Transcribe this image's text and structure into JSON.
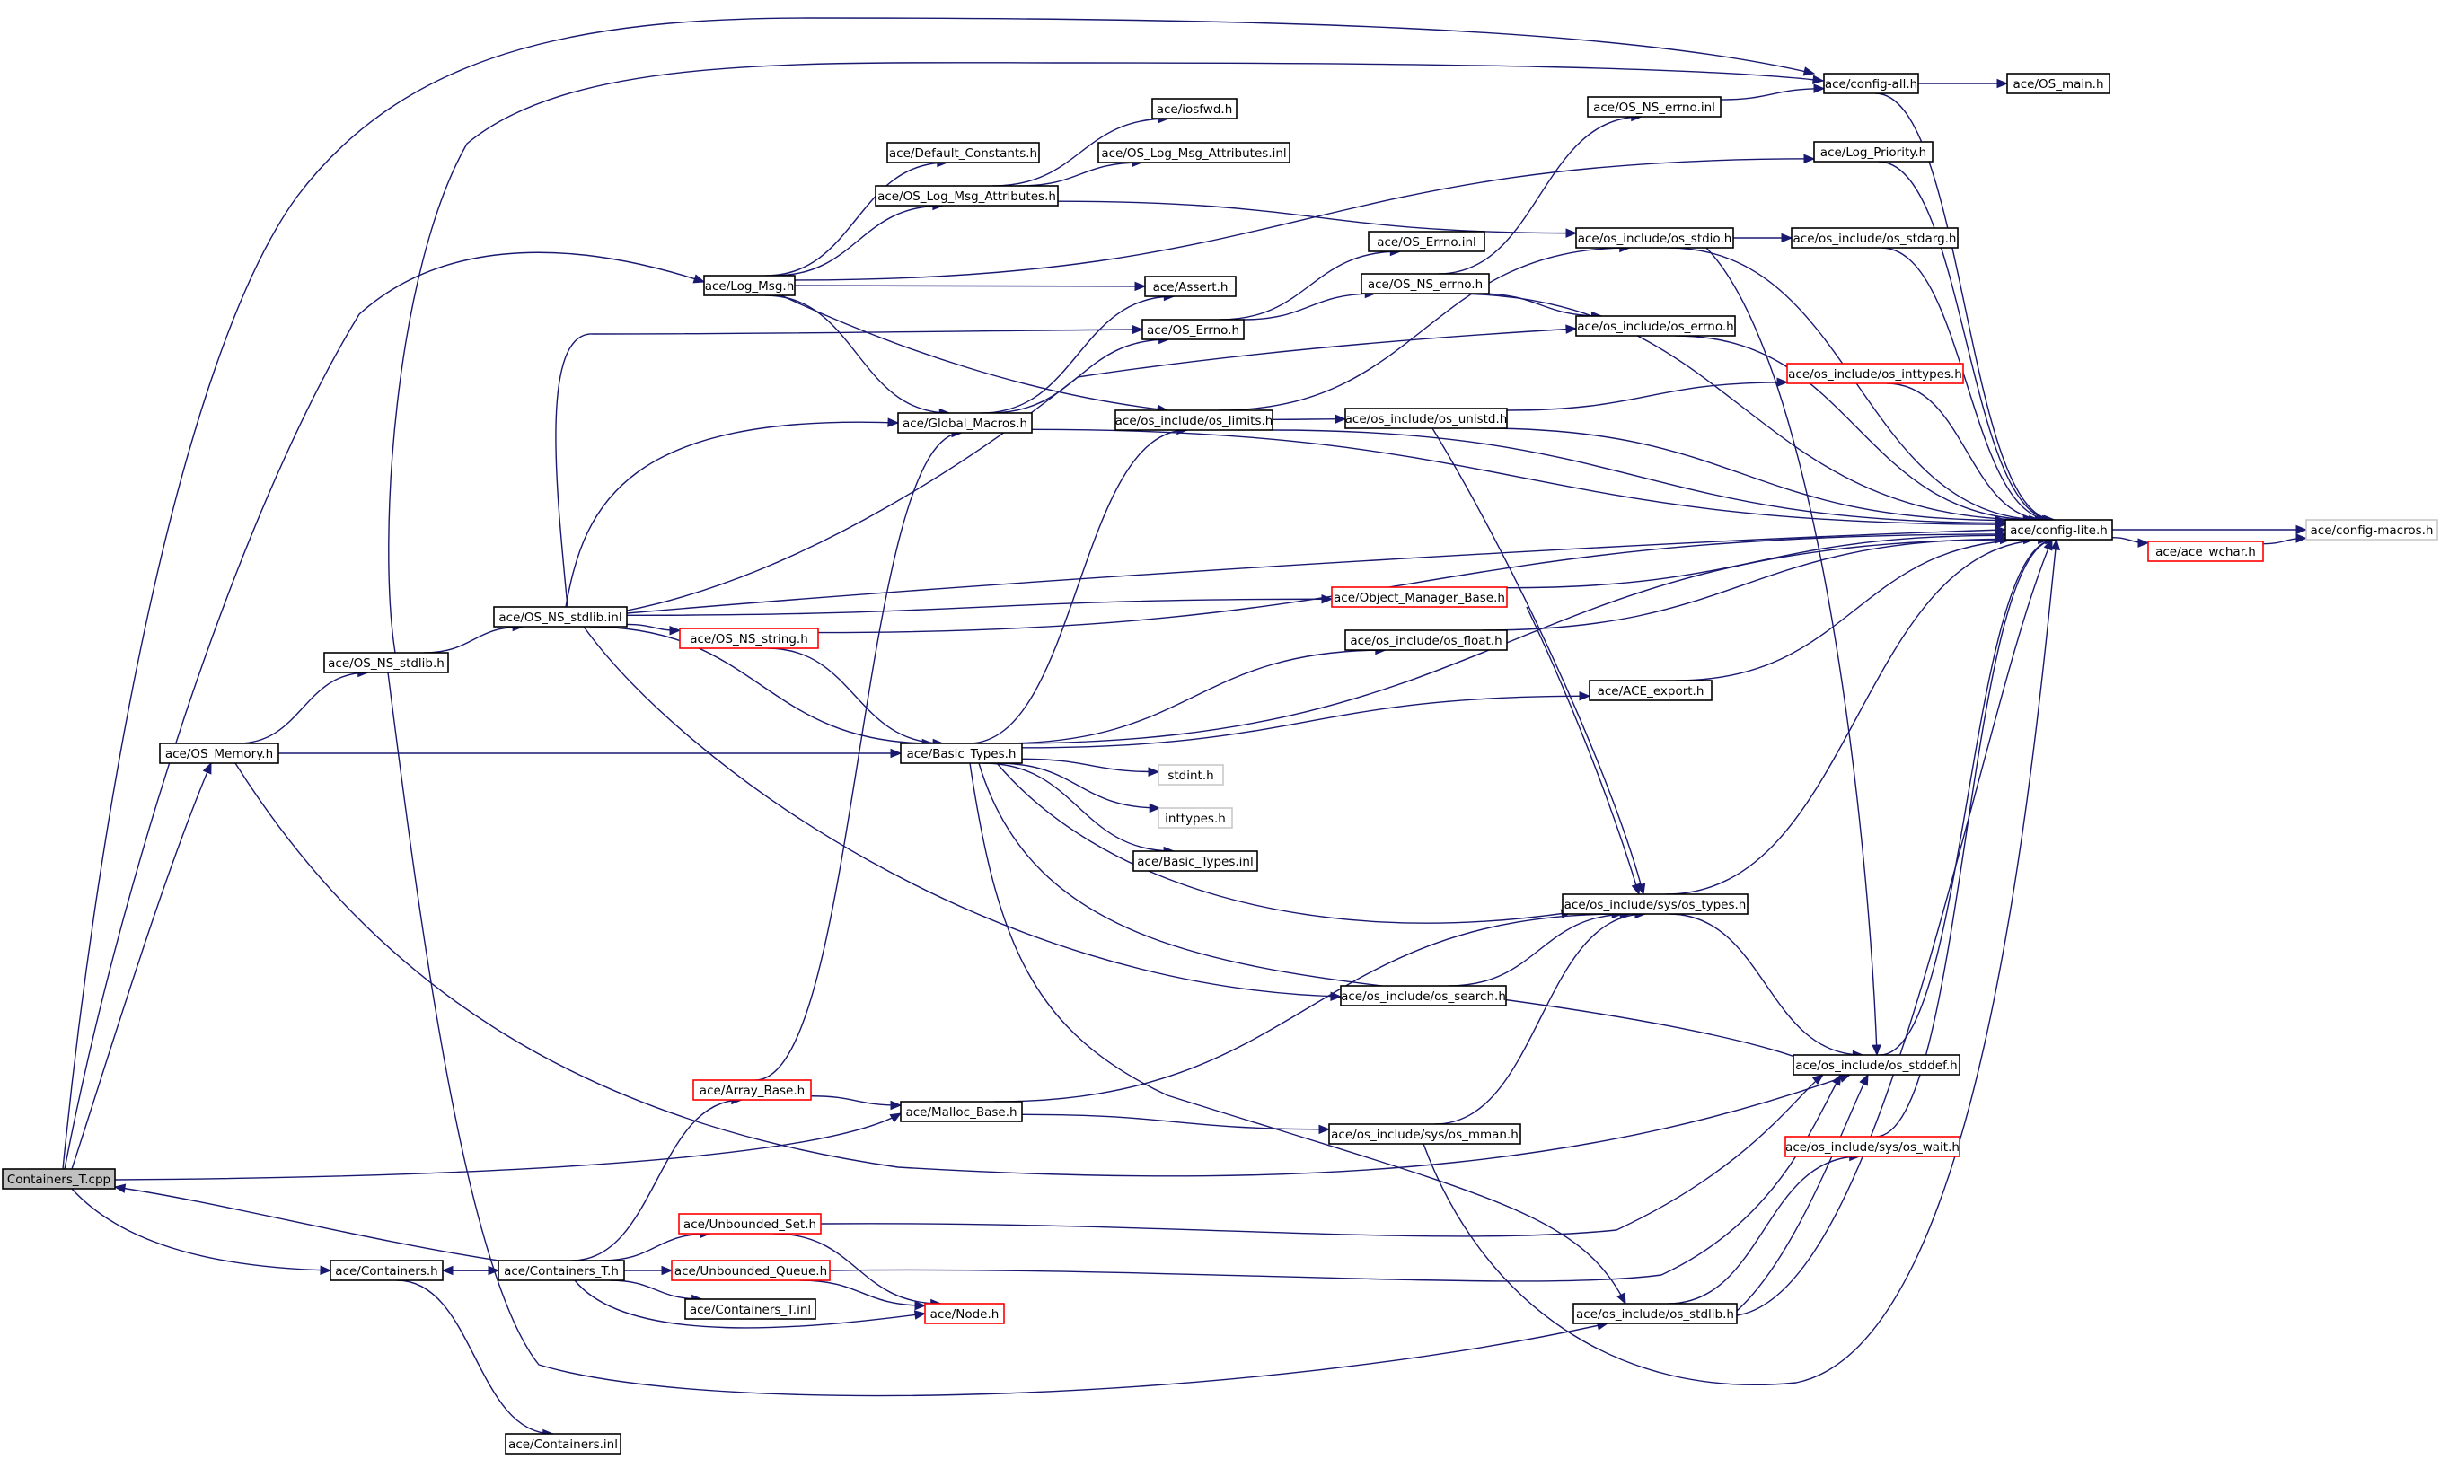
{
  "graph": {
    "root": "Containers_T.cpp",
    "edge_color": "#191970",
    "node_border_colors": {
      "normal": "#000000",
      "truncated": "#ff0000",
      "external": "#c8c8c8"
    },
    "root_fill": "#c0c0c0",
    "nodes": [
      {
        "id": "containers_t_cpp",
        "label": "Containers_T.cpp",
        "style": "current"
      },
      {
        "id": "config_all",
        "label": "ace/config-all.h",
        "style": "normal"
      },
      {
        "id": "os_main",
        "label": "ace/OS_main.h",
        "style": "normal"
      },
      {
        "id": "os_ns_errno_inl",
        "label": "ace/OS_NS_errno.inl",
        "style": "normal"
      },
      {
        "id": "iosfwd",
        "label": "ace/iosfwd.h",
        "style": "normal"
      },
      {
        "id": "default_constants",
        "label": "ace/Default_Constants.h",
        "style": "normal"
      },
      {
        "id": "os_log_msg_attr_inl",
        "label": "ace/OS_Log_Msg_Attributes.inl",
        "style": "normal"
      },
      {
        "id": "os_log_msg_attr",
        "label": "ace/OS_Log_Msg_Attributes.h",
        "style": "normal"
      },
      {
        "id": "log_priority",
        "label": "ace/Log_Priority.h",
        "style": "normal"
      },
      {
        "id": "os_stdio",
        "label": "ace/os_include/os_stdio.h",
        "style": "normal"
      },
      {
        "id": "os_stdarg",
        "label": "ace/os_include/os_stdarg.h",
        "style": "normal"
      },
      {
        "id": "os_errno_inl",
        "label": "ace/OS_Errno.inl",
        "style": "normal"
      },
      {
        "id": "log_msg",
        "label": "ace/Log_Msg.h",
        "style": "normal"
      },
      {
        "id": "assert",
        "label": "ace/Assert.h",
        "style": "normal"
      },
      {
        "id": "os_ns_errno",
        "label": "ace/OS_NS_errno.h",
        "style": "normal"
      },
      {
        "id": "os_errno",
        "label": "ace/OS_Errno.h",
        "style": "normal"
      },
      {
        "id": "os_include_errno",
        "label": "ace/os_include/os_errno.h",
        "style": "normal"
      },
      {
        "id": "os_inttypes",
        "label": "ace/os_include/os_inttypes.h",
        "style": "red"
      },
      {
        "id": "global_macros",
        "label": "ace/Global_Macros.h",
        "style": "normal"
      },
      {
        "id": "os_limits",
        "label": "ace/os_include/os_limits.h",
        "style": "normal"
      },
      {
        "id": "os_unistd",
        "label": "ace/os_include/os_unistd.h",
        "style": "normal"
      },
      {
        "id": "config_lite",
        "label": "ace/config-lite.h",
        "style": "normal"
      },
      {
        "id": "config_macros",
        "label": "ace/config-macros.h",
        "style": "grey"
      },
      {
        "id": "ace_wchar",
        "label": "ace/ace_wchar.h",
        "style": "red"
      },
      {
        "id": "os_ns_stdlib_inl",
        "label": "ace/OS_NS_stdlib.inl",
        "style": "normal"
      },
      {
        "id": "object_manager_base",
        "label": "ace/Object_Manager_Base.h",
        "style": "red"
      },
      {
        "id": "os_ns_string",
        "label": "ace/OS_NS_string.h",
        "style": "red"
      },
      {
        "id": "os_ns_stdlib",
        "label": "ace/OS_NS_stdlib.h",
        "style": "normal"
      },
      {
        "id": "os_float",
        "label": "ace/os_include/os_float.h",
        "style": "normal"
      },
      {
        "id": "ace_export",
        "label": "ace/ACE_export.h",
        "style": "normal"
      },
      {
        "id": "os_memory",
        "label": "ace/OS_Memory.h",
        "style": "normal"
      },
      {
        "id": "basic_types",
        "label": "ace/Basic_Types.h",
        "style": "normal"
      },
      {
        "id": "stdint",
        "label": "stdint.h",
        "style": "grey"
      },
      {
        "id": "inttypes",
        "label": "inttypes.h",
        "style": "grey"
      },
      {
        "id": "basic_types_inl",
        "label": "ace/Basic_Types.inl",
        "style": "normal"
      },
      {
        "id": "sys_os_types",
        "label": "ace/os_include/sys/os_types.h",
        "style": "normal"
      },
      {
        "id": "os_search",
        "label": "ace/os_include/os_search.h",
        "style": "normal"
      },
      {
        "id": "os_stddef",
        "label": "ace/os_include/os_stddef.h",
        "style": "normal"
      },
      {
        "id": "array_base",
        "label": "ace/Array_Base.h",
        "style": "red"
      },
      {
        "id": "malloc_base",
        "label": "ace/Malloc_Base.h",
        "style": "normal"
      },
      {
        "id": "sys_os_mman",
        "label": "ace/os_include/sys/os_mman.h",
        "style": "normal"
      },
      {
        "id": "sys_os_wait",
        "label": "ace/os_include/sys/os_wait.h",
        "style": "red"
      },
      {
        "id": "unbounded_set",
        "label": "ace/Unbounded_Set.h",
        "style": "red"
      },
      {
        "id": "containers_h",
        "label": "ace/Containers.h",
        "style": "normal"
      },
      {
        "id": "containers_t_h",
        "label": "ace/Containers_T.h",
        "style": "normal"
      },
      {
        "id": "unbounded_queue",
        "label": "ace/Unbounded_Queue.h",
        "style": "red"
      },
      {
        "id": "node_h",
        "label": "ace/Node.h",
        "style": "red"
      },
      {
        "id": "os_stdlib",
        "label": "ace/os_include/os_stdlib.h",
        "style": "normal"
      },
      {
        "id": "containers_t_inl",
        "label": "ace/Containers_T.inl",
        "style": "normal"
      },
      {
        "id": "containers_inl",
        "label": "ace/Containers.inl",
        "style": "normal"
      }
    ],
    "edges": [
      [
        "containers_t_cpp",
        "config_all"
      ],
      [
        "containers_t_cpp",
        "log_msg"
      ],
      [
        "containers_t_cpp",
        "os_memory"
      ],
      [
        "containers_t_cpp",
        "malloc_base"
      ],
      [
        "containers_t_cpp",
        "containers_h"
      ],
      [
        "config_all",
        "os_main"
      ],
      [
        "config_all",
        "config_lite"
      ],
      [
        "os_ns_errno_inl",
        "config_all"
      ],
      [
        "os_log_msg_attr",
        "iosfwd"
      ],
      [
        "os_log_msg_attr",
        "os_log_msg_attr_inl"
      ],
      [
        "os_log_msg_attr",
        "os_stdio"
      ],
      [
        "log_msg",
        "default_constants"
      ],
      [
        "log_msg",
        "os_log_msg_attr"
      ],
      [
        "log_msg",
        "log_priority"
      ],
      [
        "log_msg",
        "assert"
      ],
      [
        "log_msg",
        "global_macros"
      ],
      [
        "log_msg",
        "os_limits"
      ],
      [
        "log_priority",
        "config_lite"
      ],
      [
        "os_stdio",
        "os_stdarg"
      ],
      [
        "os_stdio",
        "config_lite"
      ],
      [
        "os_stdio",
        "os_stddef"
      ],
      [
        "os_stdarg",
        "config_lite"
      ],
      [
        "os_errno",
        "os_errno_inl"
      ],
      [
        "os_errno",
        "os_ns_errno"
      ],
      [
        "os_ns_errno",
        "os_ns_errno_inl"
      ],
      [
        "os_ns_errno",
        "os_include_errno"
      ],
      [
        "os_ns_errno",
        "config_lite"
      ],
      [
        "os_include_errno",
        "config_lite"
      ],
      [
        "global_macros",
        "assert"
      ],
      [
        "global_macros",
        "os_errno"
      ],
      [
        "global_macros",
        "config_lite"
      ],
      [
        "os_limits",
        "os_unistd"
      ],
      [
        "os_limits",
        "os_stdio"
      ],
      [
        "os_limits",
        "config_lite"
      ],
      [
        "os_unistd",
        "os_inttypes"
      ],
      [
        "os_unistd",
        "config_lite"
      ],
      [
        "os_unistd",
        "sys_os_types"
      ],
      [
        "os_inttypes",
        "config_lite"
      ],
      [
        "config_lite",
        "config_macros"
      ],
      [
        "config_lite",
        "ace_wchar"
      ],
      [
        "ace_wchar",
        "config_macros"
      ],
      [
        "os_ns_stdlib",
        "os_ns_stdlib_inl"
      ],
      [
        "os_ns_stdlib",
        "config_all"
      ],
      [
        "os_ns_stdlib",
        "os_stdlib"
      ],
      [
        "os_ns_stdlib_inl",
        "global_macros"
      ],
      [
        "os_ns_stdlib_inl",
        "os_errno"
      ],
      [
        "os_ns_stdlib_inl",
        "os_include_errno"
      ],
      [
        "os_ns_stdlib_inl",
        "config_lite"
      ],
      [
        "os_ns_stdlib_inl",
        "object_manager_base"
      ],
      [
        "os_ns_stdlib_inl",
        "os_ns_string"
      ],
      [
        "os_ns_stdlib_inl",
        "basic_types"
      ],
      [
        "os_ns_stdlib_inl",
        "os_search"
      ],
      [
        "object_manager_base",
        "config_lite"
      ],
      [
        "object_manager_base",
        "sys_os_types"
      ],
      [
        "os_ns_string",
        "config_lite"
      ],
      [
        "os_ns_string",
        "basic_types"
      ],
      [
        "os_float",
        "config_lite"
      ],
      [
        "ace_export",
        "config_lite"
      ],
      [
        "os_memory",
        "os_ns_stdlib"
      ],
      [
        "os_memory",
        "basic_types"
      ],
      [
        "os_memory",
        "os_stddef"
      ],
      [
        "basic_types",
        "os_limits"
      ],
      [
        "basic_types",
        "config_lite"
      ],
      [
        "basic_types",
        "os_float"
      ],
      [
        "basic_types",
        "ace_export"
      ],
      [
        "basic_types",
        "stdint"
      ],
      [
        "basic_types",
        "inttypes"
      ],
      [
        "basic_types",
        "basic_types_inl"
      ],
      [
        "basic_types",
        "sys_os_types"
      ],
      [
        "basic_types",
        "os_stddef"
      ],
      [
        "basic_types",
        "os_stdlib"
      ],
      [
        "sys_os_types",
        "config_lite"
      ],
      [
        "sys_os_types",
        "os_stddef"
      ],
      [
        "os_search",
        "sys_os_types"
      ],
      [
        "os_stddef",
        "config_lite"
      ],
      [
        "array_base",
        "global_macros"
      ],
      [
        "array_base",
        "malloc_base"
      ],
      [
        "malloc_base",
        "sys_os_types"
      ],
      [
        "malloc_base",
        "sys_os_mman"
      ],
      [
        "sys_os_mman",
        "sys_os_types"
      ],
      [
        "sys_os_mman",
        "config_lite"
      ],
      [
        "sys_os_wait",
        "config_lite"
      ],
      [
        "containers_h",
        "containers_t_h"
      ],
      [
        "containers_h",
        "containers_inl"
      ],
      [
        "containers_t_h",
        "containers_t_cpp"
      ],
      [
        "containers_t_h",
        "containers_h"
      ],
      [
        "containers_t_h",
        "array_base"
      ],
      [
        "containers_t_h",
        "unbounded_set"
      ],
      [
        "containers_t_h",
        "unbounded_queue"
      ],
      [
        "containers_t_h",
        "containers_t_inl"
      ],
      [
        "containers_t_h",
        "node_h"
      ],
      [
        "unbounded_set",
        "os_stddef"
      ],
      [
        "unbounded_set",
        "node_h"
      ],
      [
        "unbounded_queue",
        "os_stddef"
      ],
      [
        "unbounded_queue",
        "node_h"
      ],
      [
        "os_stdlib",
        "os_stddef"
      ],
      [
        "os_stdlib",
        "sys_os_wait"
      ],
      [
        "os_stdlib",
        "config_lite"
      ]
    ]
  }
}
